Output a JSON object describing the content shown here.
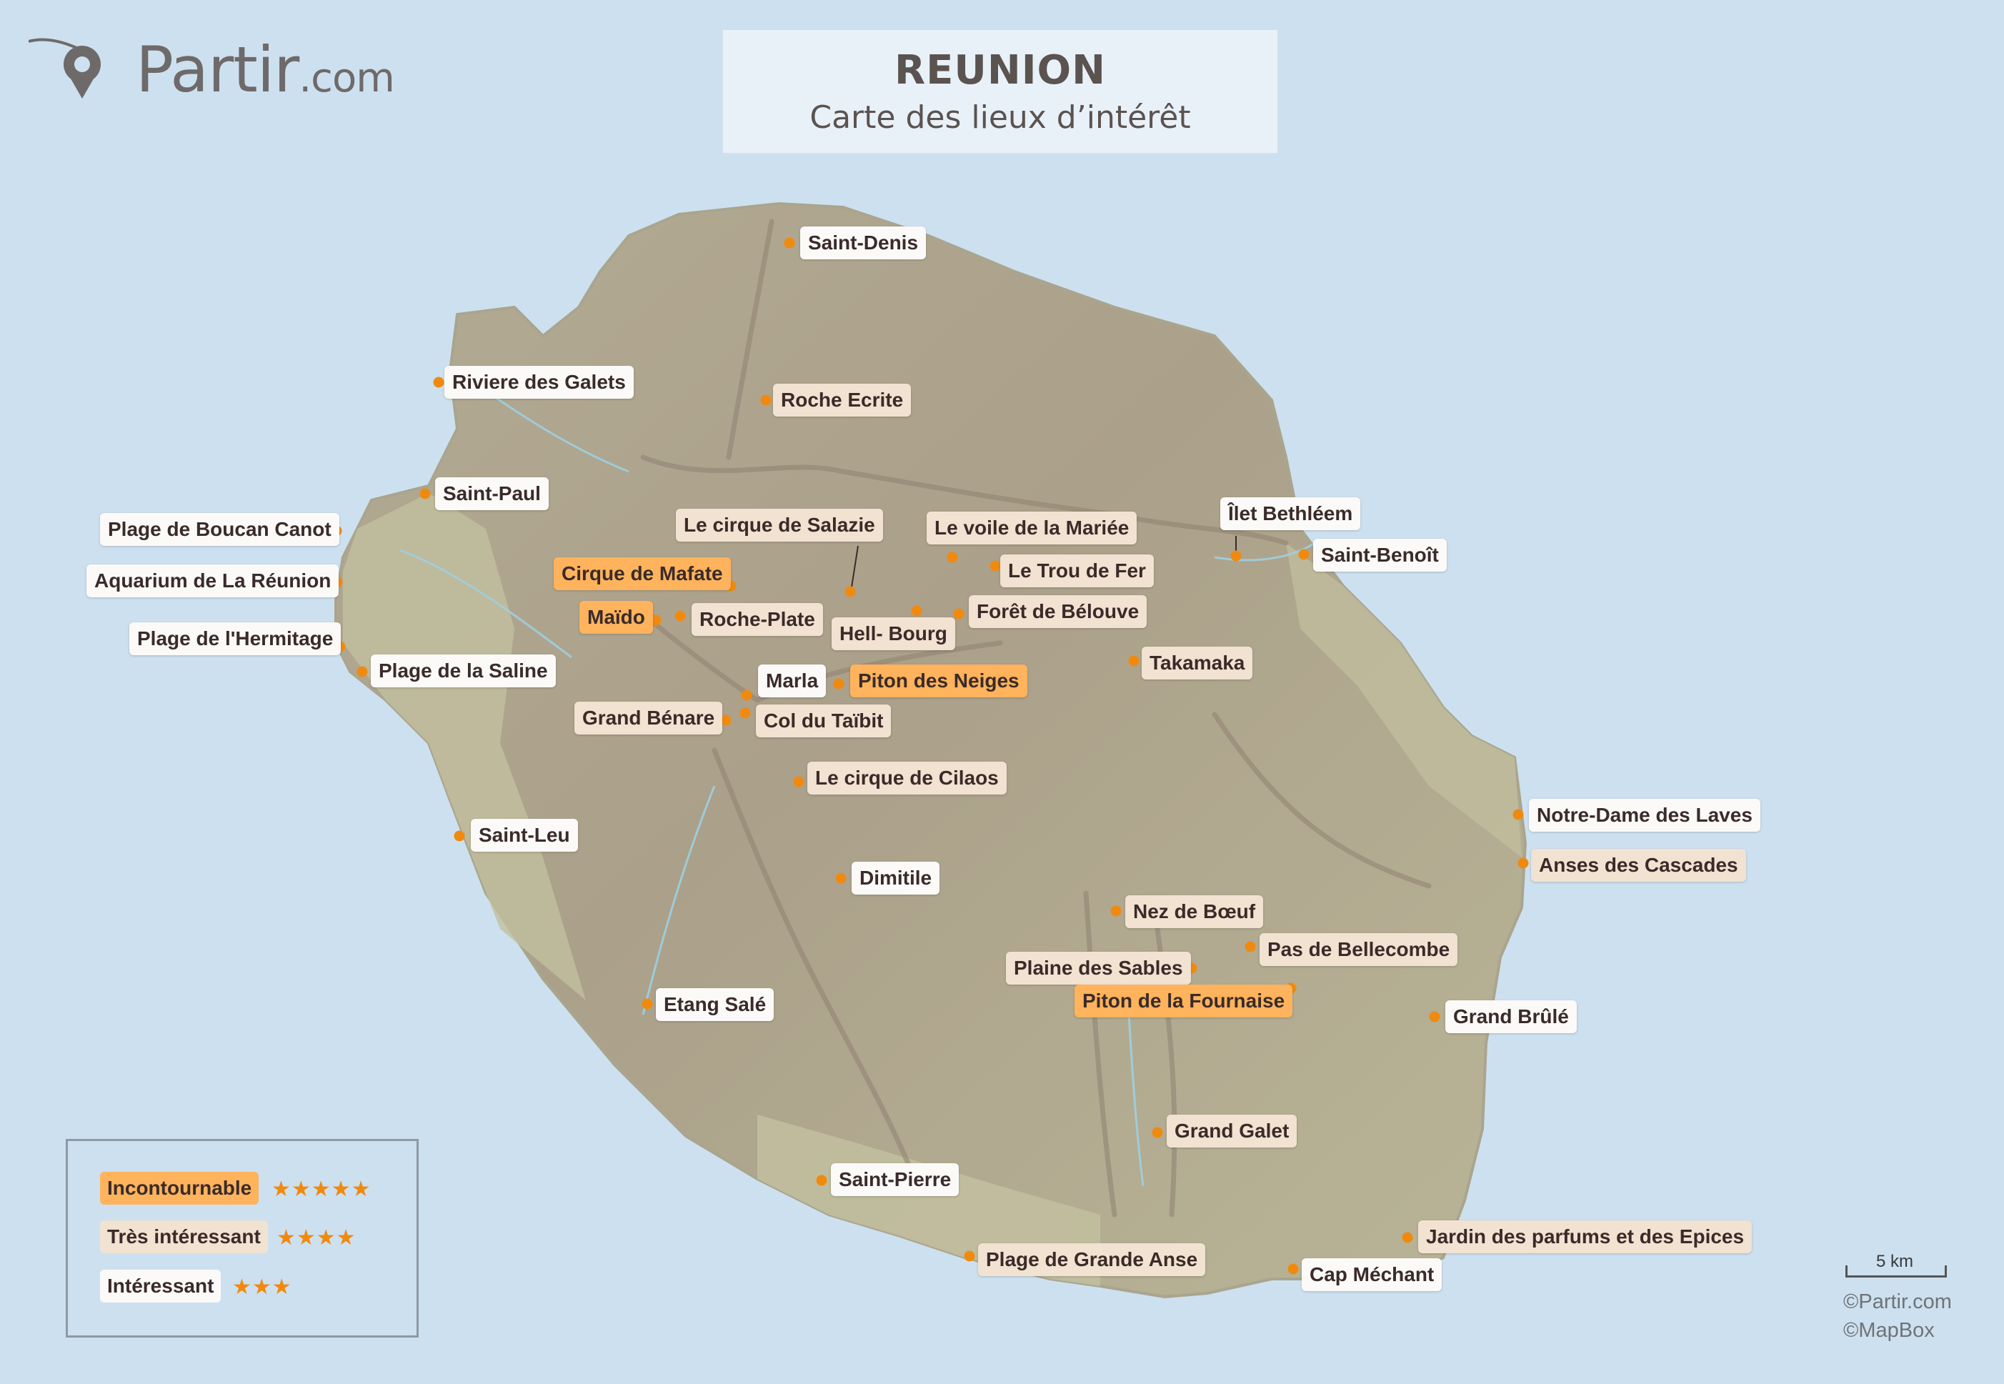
{
  "title": {
    "main": "REUNION",
    "sub": "Carte des lieux d’intérêt"
  },
  "logo": {
    "brand": "Partir",
    "suffix": ".com"
  },
  "colors": {
    "sea": "#cde0ef",
    "land": "#b9b698",
    "incontournable": "#ffb35c",
    "tres_interessant": "#f1e2d1",
    "interessant": "#fbfaf8",
    "dot": "#f08a0f"
  },
  "places": [
    {
      "name": "Saint-Denis",
      "level": 3
    },
    {
      "name": "Riviere des Galets",
      "level": 3
    },
    {
      "name": "Roche Ecrite",
      "level": 2
    },
    {
      "name": "Saint-Paul",
      "level": 3
    },
    {
      "name": "Plage de Boucan Canot",
      "level": 3
    },
    {
      "name": "Aquarium de La Réunion",
      "level": 3
    },
    {
      "name": "Plage de l'Hermitage",
      "level": 3
    },
    {
      "name": "Plage de la Saline",
      "level": 3
    },
    {
      "name": "Le cirque de Salazie",
      "level": 2
    },
    {
      "name": "Cirque de Mafate",
      "level": 1
    },
    {
      "name": "Maïdo",
      "level": 1
    },
    {
      "name": "Roche-Plate",
      "level": 2
    },
    {
      "name": "Hell- Bourg",
      "level": 2
    },
    {
      "name": "Le voile de la Mariée",
      "level": 2
    },
    {
      "name": "Le Trou de Fer",
      "level": 2
    },
    {
      "name": "Forêt de Bélouve",
      "level": 2
    },
    {
      "name": "Îlet Bethléem",
      "level": 3
    },
    {
      "name": "Saint-Benoît",
      "level": 3
    },
    {
      "name": "Takamaka",
      "level": 2
    },
    {
      "name": "Marla",
      "level": 3
    },
    {
      "name": "Piton des Neiges",
      "level": 1
    },
    {
      "name": "Grand Bénare",
      "level": 2
    },
    {
      "name": "Col du Taïbit",
      "level": 2
    },
    {
      "name": "Le cirque de Cilaos",
      "level": 2
    },
    {
      "name": "Saint-Leu",
      "level": 3
    },
    {
      "name": "Dimitile",
      "level": 3
    },
    {
      "name": "Notre-Dame des Laves",
      "level": 3
    },
    {
      "name": "Anses des Cascades",
      "level": 2
    },
    {
      "name": "Nez de Bœuf",
      "level": 2
    },
    {
      "name": "Pas de Bellecombe",
      "level": 2
    },
    {
      "name": "Plaine des Sables",
      "level": 2
    },
    {
      "name": "Piton de la Fournaise",
      "level": 1
    },
    {
      "name": "Etang Salé",
      "level": 3
    },
    {
      "name": "Grand Brûlé",
      "level": 3
    },
    {
      "name": "Grand Galet",
      "level": 2
    },
    {
      "name": "Saint-Pierre",
      "level": 3
    },
    {
      "name": "Plage de Grande Anse",
      "level": 2
    },
    {
      "name": "Jardin des parfums et des Epices",
      "level": 2
    },
    {
      "name": "Cap Méchant",
      "level": 3
    }
  ],
  "legend": [
    {
      "label": "Incontournable",
      "stars": "★★★★★"
    },
    {
      "label": "Très intéressant",
      "stars": "★★★★"
    },
    {
      "label": "Intéressant",
      "stars": "★★★"
    }
  ],
  "scale": {
    "label": "5 km"
  },
  "credits": [
    "©Partir.com",
    "©MapBox"
  ]
}
